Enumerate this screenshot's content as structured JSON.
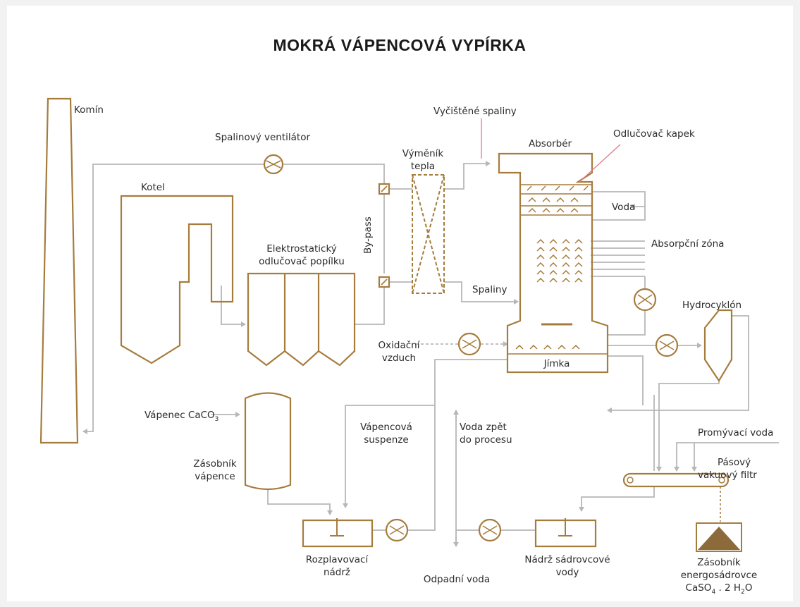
{
  "title": "MOKRÁ VÁPENCOVÁ VYPÍRKA",
  "labels": {
    "komin": "Komín",
    "spalinovy_ventilator": "Spalinový ventilátor",
    "kotel": "Kotel",
    "elektrostaticky_1": "Elektrostatický",
    "elektrostaticky_2": "odlučovač popílku",
    "bypass": "By-pass",
    "vymenik_1": "Výměník",
    "vymenik_2": "tepla",
    "vycistene_spaliny": "Vyčištěné spaliny",
    "absorber": "Absorbér",
    "odlucovac_kapek": "Odlučovač kapek",
    "voda": "Voda",
    "absorpcni_zona": "Absorpční zóna",
    "spaliny": "Spaliny",
    "hydrocyklon": "Hydrocyklón",
    "oxidacni_1": "Oxidační",
    "oxidacni_2": "vzduch",
    "jimka": "Jímka",
    "vapenec": "Vápenec CaCO",
    "vapenec_sub": "3",
    "zasobnik_vapence_1": "Zásobník",
    "zasobnik_vapence_2": "vápence",
    "vapencova_1": "Vápencová",
    "vapencova_2": "suspenze",
    "voda_zpet_1": "Voda zpět",
    "voda_zpet_2": "do procesu",
    "promyvaci_voda": "Promývací voda",
    "pasovy_1": "Pásový",
    "pasovy_2": "vakuový filtr",
    "rozplavovaci_1": "Rozplavovací",
    "rozplavovaci_2": "nádrž",
    "odpadni_voda": "Odpadní voda",
    "nadrz_sadrovcove_1": "Nádrž sádrovcové",
    "nadrz_sadrovcove_2": "vody",
    "zasobnik_energo_1": "Zásobník",
    "zasobnik_energo_2": "energosádrovce",
    "caso4_a": "CaSO",
    "caso4_sub1": "4",
    "caso4_b": " . 2 H",
    "caso4_sub2": "2",
    "caso4_c": "O"
  },
  "colors": {
    "equipment": "#a67c3d",
    "pipes": "#b7b7b7",
    "leader": "#e07a8d"
  }
}
